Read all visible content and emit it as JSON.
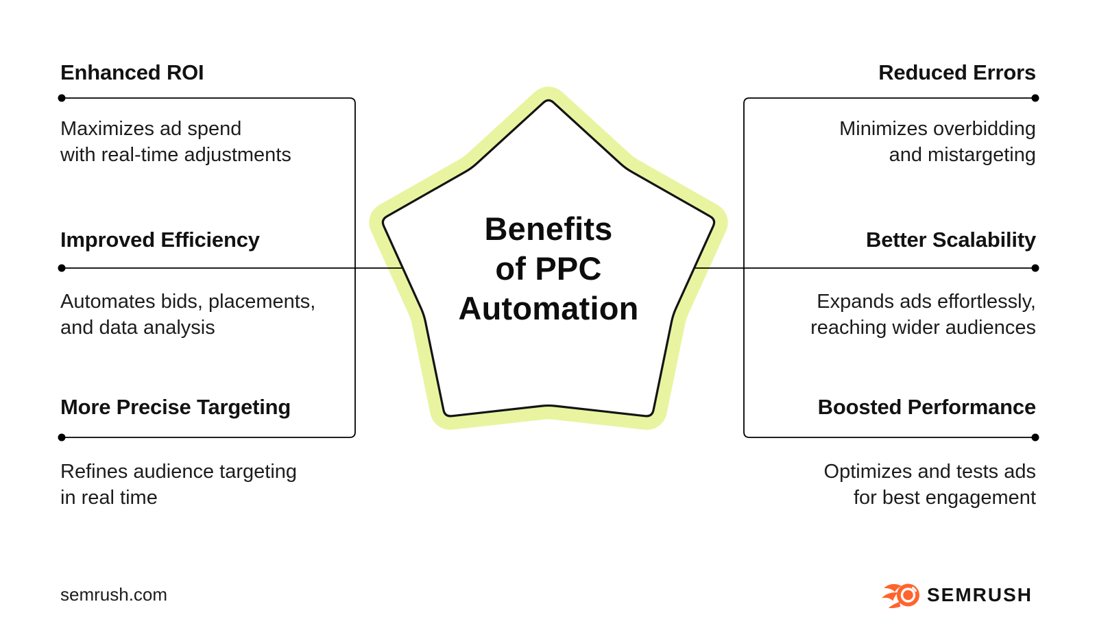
{
  "star": {
    "title": "Benefits\nof PPC\nAutomation",
    "glow_color": "#e9f4a0",
    "fill_color": "#ffffff",
    "outline_color": "#141414"
  },
  "left_items": [
    {
      "heading": "Enhanced ROI",
      "body": "Maximizes ad spend\nwith real-time adjustments"
    },
    {
      "heading": "Improved Efficiency",
      "body": "Automates bids, placements,\nand data analysis"
    },
    {
      "heading": "More Precise Targeting",
      "body": "Refines audience targeting\nin real time"
    }
  ],
  "right_items": [
    {
      "heading": "Reduced Errors",
      "body": "Minimizes overbidding\nand mistargeting"
    },
    {
      "heading": "Better Scalability",
      "body": "Expands ads effortlessly,\nreaching wider audiences"
    },
    {
      "heading": "Boosted Performance",
      "body": "Optimizes and tests ads\nfor best engagement"
    }
  ],
  "footer": {
    "website": "semrush.com",
    "brand": "SEMRUSH",
    "brand_color": "#ff642d"
  },
  "colors": {
    "ink": "#121212",
    "line": "#000000",
    "background": "#ffffff"
  }
}
